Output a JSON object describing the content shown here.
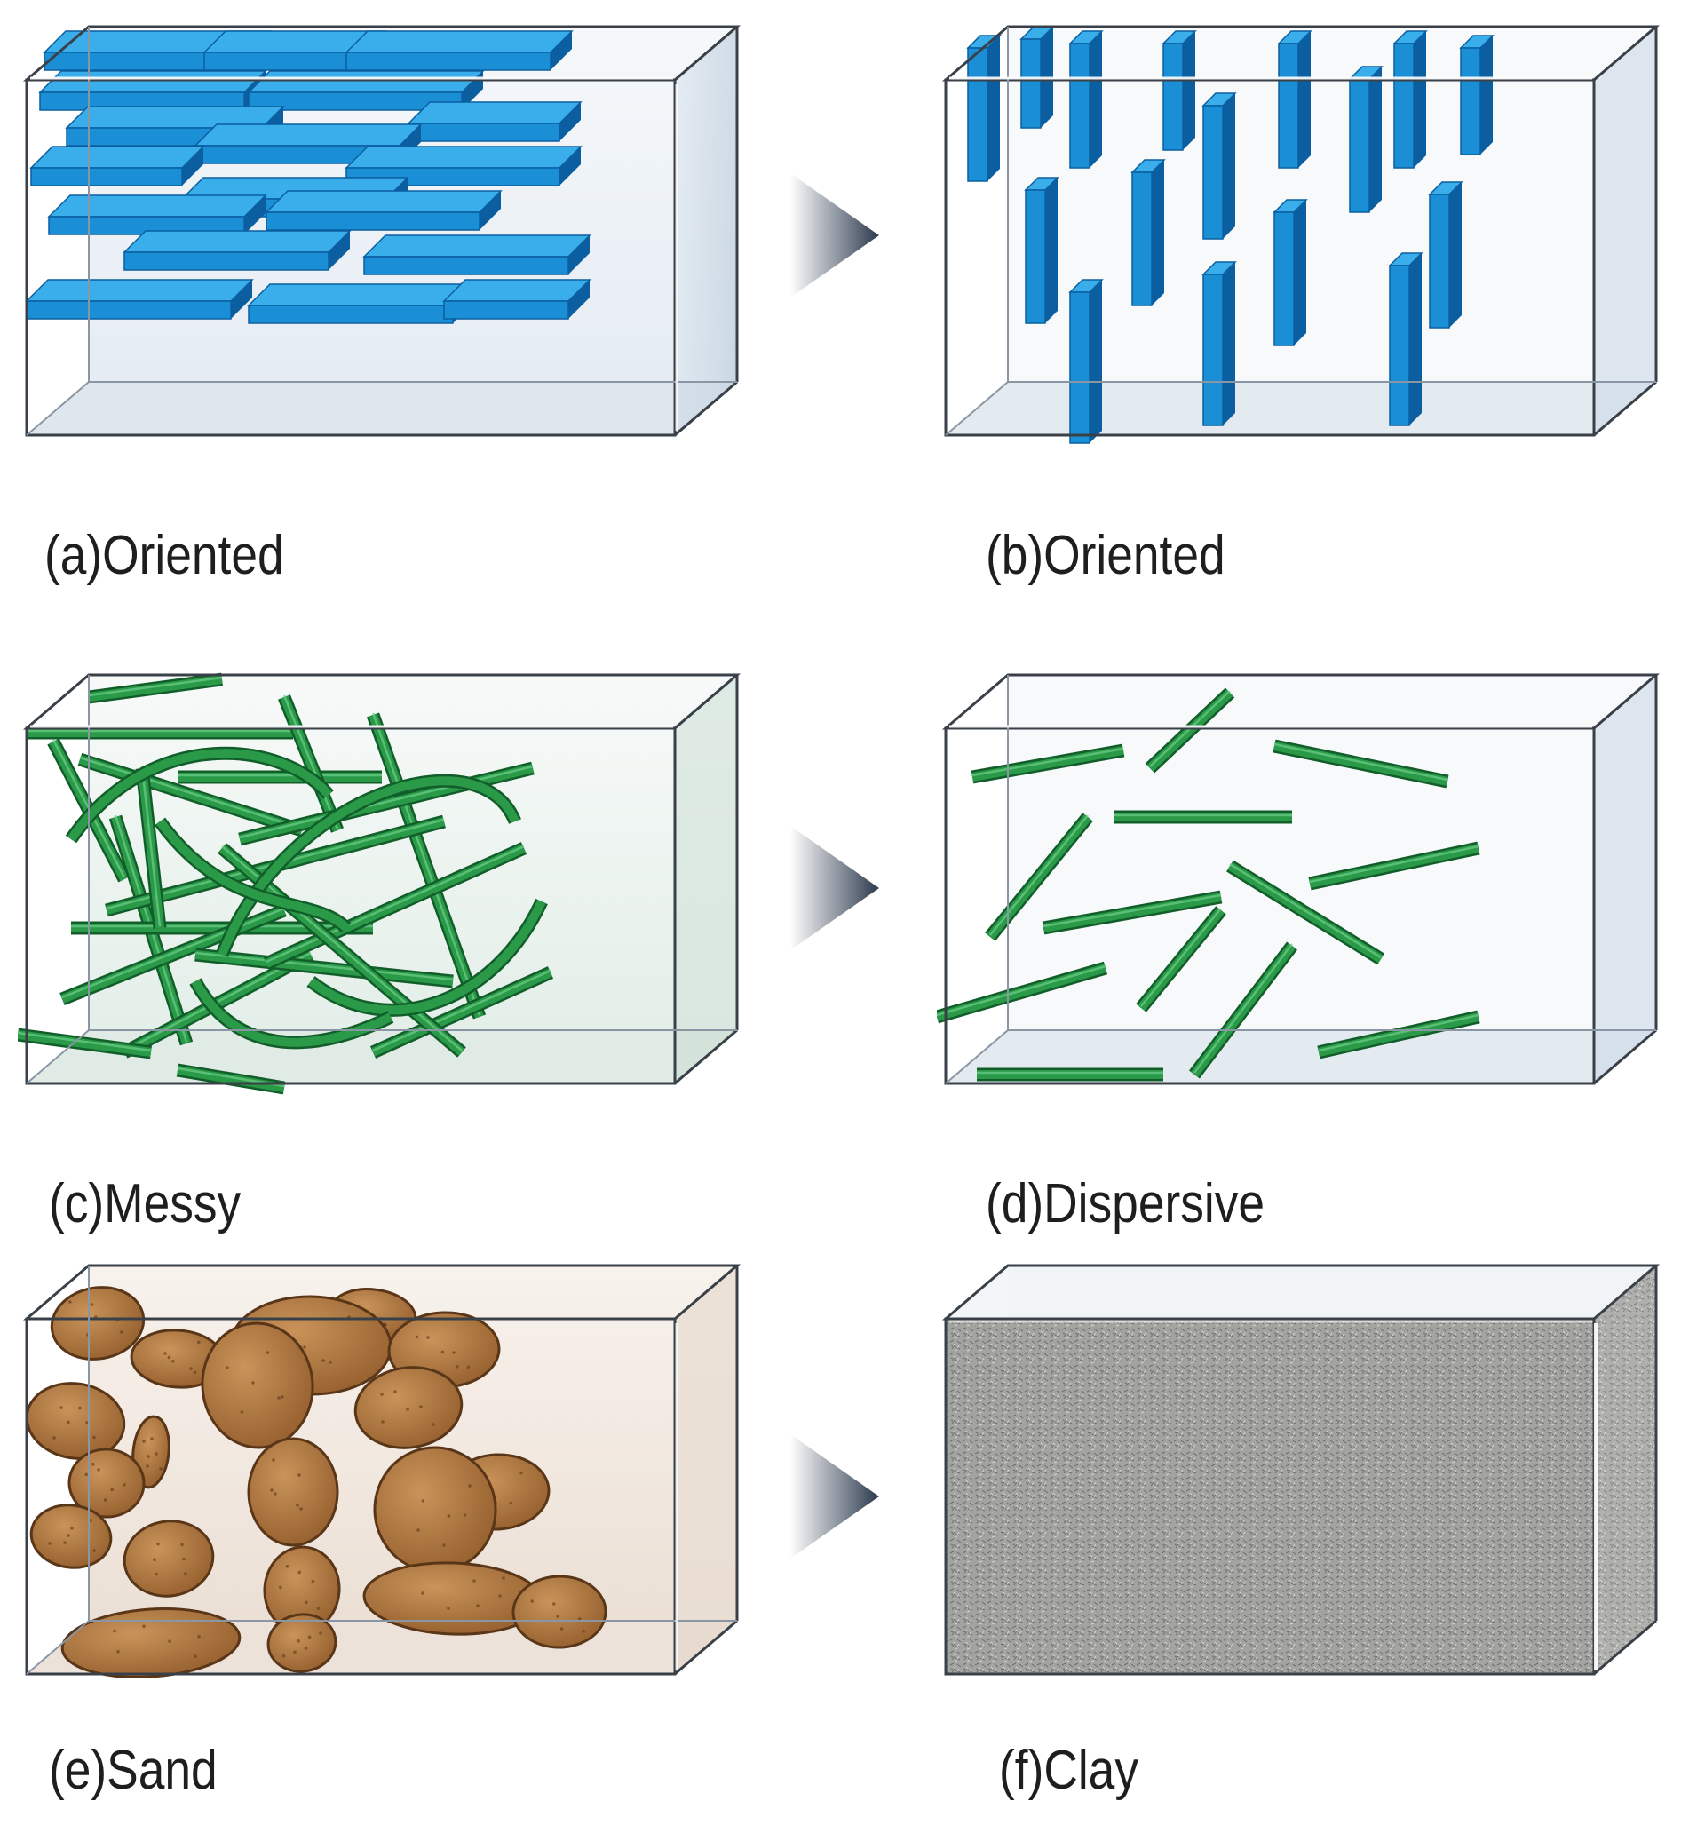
{
  "panels": [
    {
      "id": "a",
      "caption": "(a)Oriented",
      "material": "blue-plates",
      "arrangement": "horizontal"
    },
    {
      "id": "b",
      "caption": "(b)Oriented",
      "material": "blue-plates",
      "arrangement": "vertical"
    },
    {
      "id": "c",
      "caption": "(c)Messy",
      "material": "green-fibers",
      "arrangement": "entangled"
    },
    {
      "id": "d",
      "caption": "(d)Dispersive",
      "material": "green-fibers",
      "arrangement": "dispersed"
    },
    {
      "id": "e",
      "caption": "(e)Sand",
      "material": "sand-grains",
      "arrangement": "loose"
    },
    {
      "id": "f",
      "caption": "(f)Clay",
      "material": "clay-fine",
      "arrangement": "packed"
    }
  ],
  "colors": {
    "plate": "#1a8fd6",
    "plate_top": "#3aaeea",
    "plate_edge": "#0b5fa0",
    "fiber": "#2a9a48",
    "fiber_dark": "#125e2a",
    "sand": "#b07a45",
    "sand_dark": "#5a3618",
    "clay": "#9a9a98",
    "box_edge": "#3a4048",
    "arrow": "#3c4a5c"
  },
  "icons": [
    "transition-arrow-icon"
  ]
}
